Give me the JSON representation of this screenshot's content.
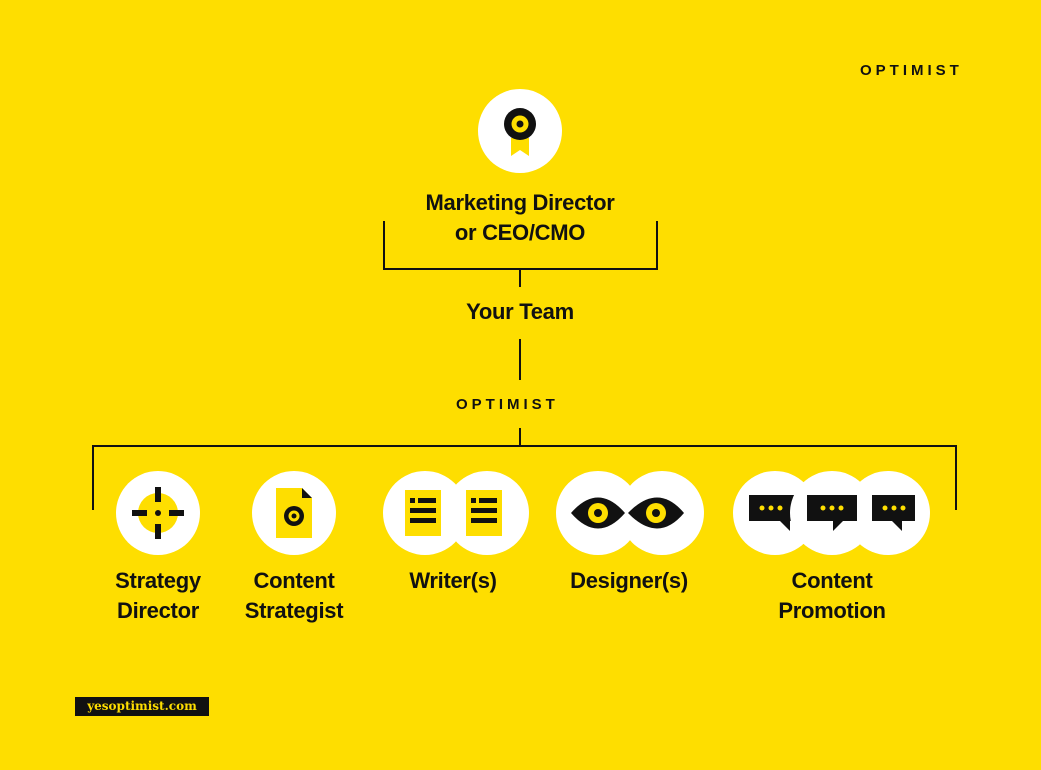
{
  "brand": {
    "top_logo": "OPTIMIST",
    "team_logo": "OPTIMIST"
  },
  "top_node": {
    "line1": "Marketing Director",
    "line2": "or CEO/CMO"
  },
  "middle_node": {
    "label": "Your Team"
  },
  "roles": [
    {
      "line1": "Strategy",
      "line2": "Director",
      "icon": "crosshair-icon"
    },
    {
      "line1": "Content",
      "line2": "Strategist",
      "icon": "document-target-icon"
    },
    {
      "line1": "Writer(s)",
      "line2": "",
      "icon": "document-lines-icon"
    },
    {
      "line1": "Designer(s)",
      "line2": "",
      "icon": "eye-icon"
    },
    {
      "line1": "Content",
      "line2": "Promotion",
      "icon": "chat-bubble-icon"
    }
  ],
  "footer": {
    "url": "yesoptimist.com"
  },
  "colors": {
    "background": "#FEDE00",
    "ink": "#111111",
    "circle": "#FFFFFF"
  }
}
